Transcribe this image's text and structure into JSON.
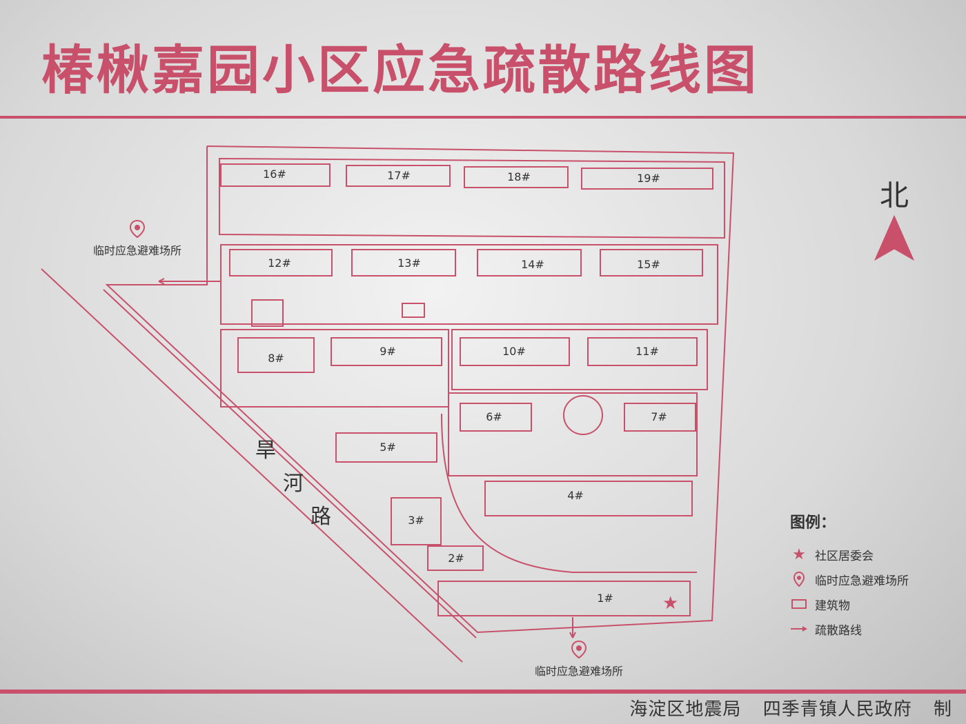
{
  "title": "椿楸嘉园小区应急疏散路线图",
  "north_label": "北",
  "road_label": [
    "旱",
    "河",
    "路"
  ],
  "buildings": [
    "16#",
    "17#",
    "18#",
    "19#",
    "12#",
    "13#",
    "14#",
    "15#",
    "8#",
    "9#",
    "10#",
    "11#",
    "6#",
    "7#",
    "5#",
    "4#",
    "3#",
    "2#",
    "1#"
  ],
  "shelter_top": "临时应急避难场所",
  "shelter_bottom": "临时应急避难场所",
  "legend": {
    "title": "图例：",
    "items": [
      {
        "symbol": "star-icon",
        "label": "社区居委会"
      },
      {
        "symbol": "location-pin-icon",
        "label": "临时应急避难场所"
      },
      {
        "symbol": "building-box-icon",
        "label": "建筑物"
      },
      {
        "symbol": "arrow-right-icon",
        "label": "疏散路线"
      }
    ]
  },
  "footer": {
    "issuer1": "海淀区地震局",
    "issuer2": "四季青镇人民政府",
    "suffix": "制"
  },
  "colors": {
    "accent": "#c8506a",
    "text": "#333333"
  }
}
